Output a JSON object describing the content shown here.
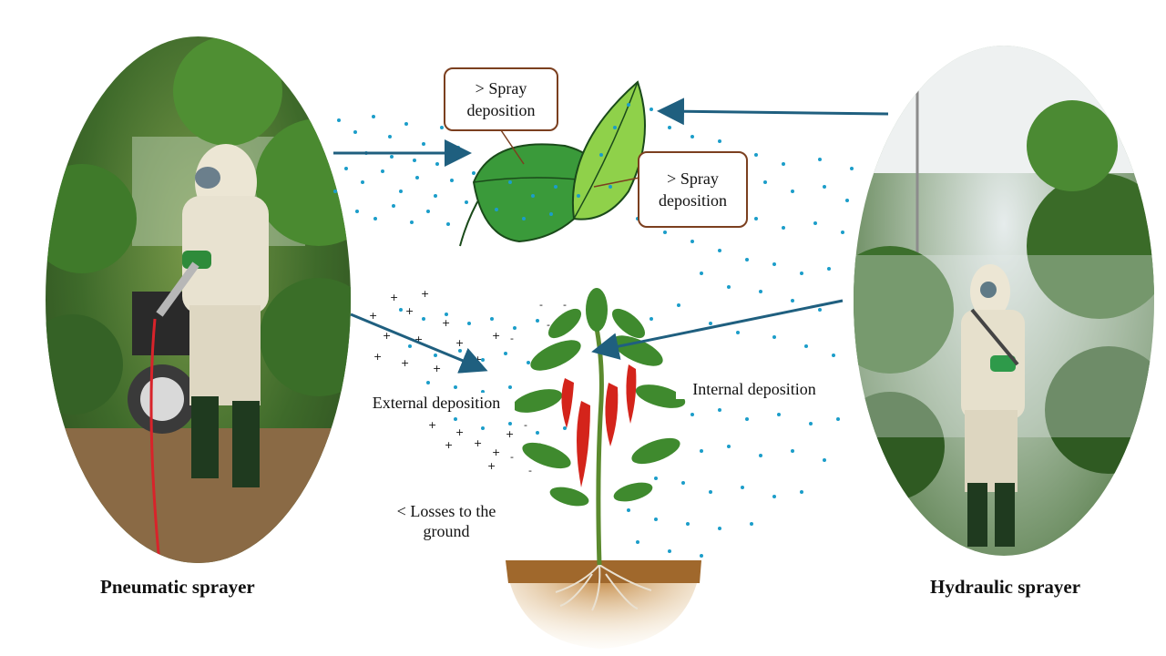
{
  "callouts": {
    "leaf_front": "> Spray deposition",
    "leaf_back": "> Spray deposition"
  },
  "labels": {
    "external": "External deposition",
    "internal": "Internal deposition",
    "losses": "< Losses to the ground"
  },
  "captions": {
    "left": "Pneumatic sprayer",
    "right": "Hydraulic sprayer"
  },
  "colors": {
    "droplet": "#1b9dc9",
    "arrow": "#1f5f7f",
    "leaf_dark": "#3a9a3a",
    "leaf_light": "#8fd14a",
    "callout_border": "#7b3f1f",
    "pepper": "#d4241b",
    "soil": "#a0682c"
  }
}
